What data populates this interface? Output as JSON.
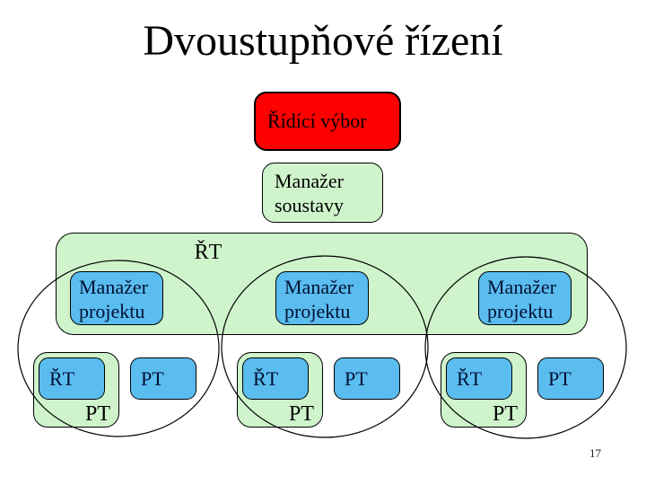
{
  "slide": {
    "title": "Dvoustupňové řízení",
    "page_number": "17"
  },
  "diagram": {
    "steering_committee": "Řídící výbor",
    "system_manager": {
      "line1": "Manažer",
      "line2": "soustavy"
    },
    "top_team_label": "ŘT",
    "groups": [
      {
        "manager_line1": "Manažer",
        "manager_line2": "projektu",
        "rt": "ŘT",
        "pt": "PT",
        "pt_outer": "PT"
      },
      {
        "manager_line1": "Manažer",
        "manager_line2": "projektu",
        "rt": "ŘT",
        "pt": "PT",
        "pt_outer": "PT"
      },
      {
        "manager_line1": "Manažer",
        "manager_line2": "projektu",
        "rt": "ŘT",
        "pt": "PT",
        "pt_outer": "PT"
      }
    ]
  },
  "colors": {
    "steering_fill": "#FF0000",
    "team_fill": "#CFF4CC",
    "member_fill": "#5ABCEF",
    "outline": "#000000",
    "background": "#FFFFFF"
  }
}
